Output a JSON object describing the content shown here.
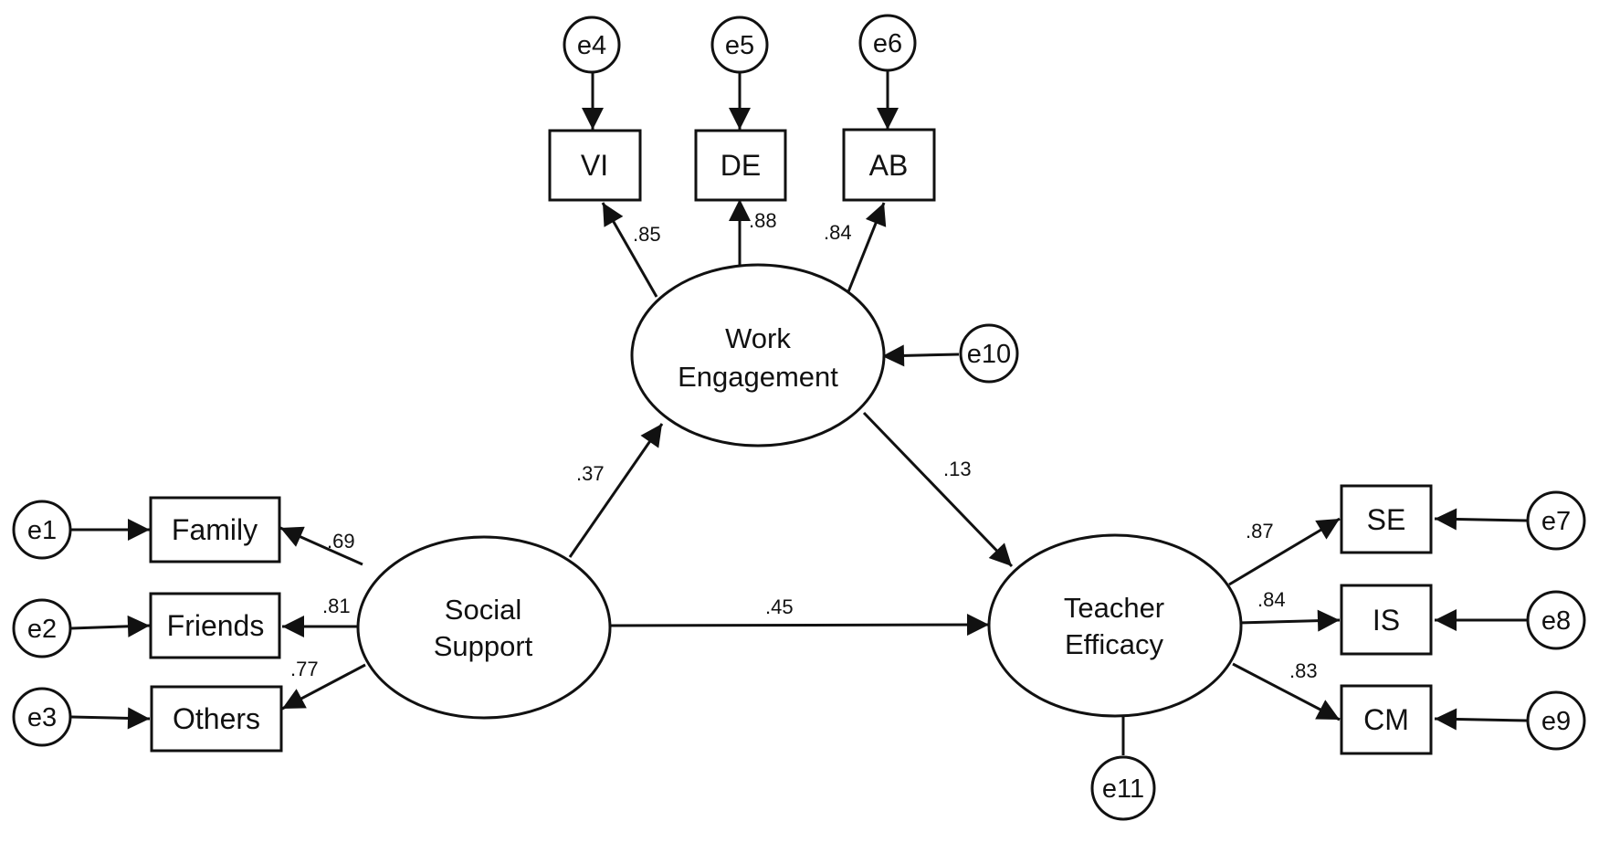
{
  "latents": {
    "work_engagement": [
      "Work",
      "Engagement"
    ],
    "social_support": [
      "Social",
      "Support"
    ],
    "teacher_efficacy": [
      "Teacher",
      "Efficacy"
    ]
  },
  "indicators": {
    "vi": "VI",
    "de": "DE",
    "ab": "AB",
    "family": "Family",
    "friends": "Friends",
    "others": "Others",
    "se": "SE",
    "is": "IS",
    "cm": "CM"
  },
  "errors": {
    "e1": "e1",
    "e2": "e2",
    "e3": "e3",
    "e4": "e4",
    "e5": "e5",
    "e6": "e6",
    "e7": "e7",
    "e8": "e8",
    "e9": "e9",
    "e10": "e10",
    "e11": "e11"
  },
  "loadings": {
    "we_vi": ".85",
    "we_de": ".88",
    "we_ab": ".84",
    "ss_family": ".69",
    "ss_friends": ".81",
    "ss_others": ".77",
    "te_se": ".87",
    "te_is": ".84",
    "te_cm": ".83"
  },
  "paths": {
    "ss_we": ".37",
    "we_te": ".13",
    "ss_te": ".45"
  },
  "colors": {
    "stroke": "#111111",
    "background": "#ffffff"
  }
}
